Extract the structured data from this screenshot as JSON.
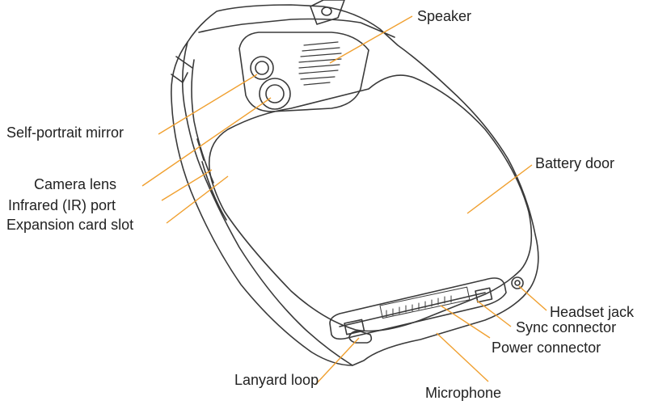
{
  "labels": {
    "speaker": "Speaker",
    "self_portrait_mirror": "Self-portrait mirror",
    "camera_lens": "Camera lens",
    "infrared_port": "Infrared (IR) port",
    "expansion_card_slot": "Expansion card slot",
    "battery_door": "Battery door",
    "headset_jack": "Headset jack",
    "sync_connector": "Sync connector",
    "power_connector": "Power connector",
    "lanyard_loop": "Lanyard loop",
    "microphone": "Microphone"
  },
  "colors": {
    "leader_line": "#F0A030",
    "device_outline": "#3a3a3a",
    "text": "#222222"
  }
}
